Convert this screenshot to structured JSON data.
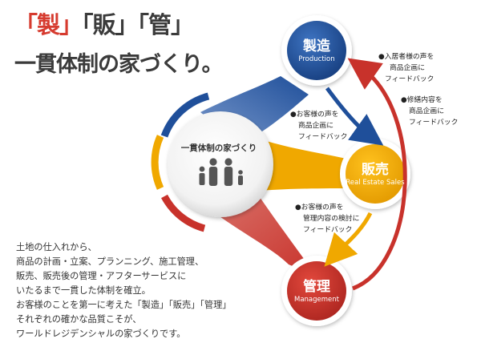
{
  "headline": {
    "title_parts": [
      "「製」",
      "「販」",
      "「管」"
    ],
    "subtitle": "一貫体制の家づくり。"
  },
  "center": {
    "label": "一貫体制の家づくり",
    "icon": "family-icon"
  },
  "nodes": {
    "production": {
      "title": "製造",
      "subtitle": "Production",
      "color": "#1f4f9a"
    },
    "sales": {
      "title": "販売",
      "subtitle": "Real Estate Sales",
      "color": "#f0a800"
    },
    "management": {
      "title": "管理",
      "subtitle": "Management",
      "color": "#c8322b"
    }
  },
  "notes": {
    "resident_feedback": [
      "●入居者様の声を",
      "商品企画に",
      "フィードバック"
    ],
    "repair_feedback": [
      "●修繕内容を",
      "商品企画に",
      "フィードバック"
    ],
    "customer_feedback_product": [
      "●お客様の声を",
      "商品企画に",
      "フィードバック"
    ],
    "customer_feedback_management": [
      "●お客様の声を",
      "管理内容の検討に",
      "フィードバック"
    ]
  },
  "body_lines": [
    "土地の仕入れから、",
    "商品の計画・立案、プランニング、施工管理、",
    "販売、販売後の管理・アフターサービスに",
    "いたるまで一貫した体制を確立。",
    "お客様のことを第一に考えた「製造」「販売」「管理」",
    "それぞれの確かな品質こそが、",
    "ワールドレジデンシャルの家づくりです。"
  ],
  "colors": {
    "blue": "#1f4f9a",
    "yellow": "#f0a800",
    "red": "#c8322b",
    "accent_red": "#d63b2f",
    "text": "#333333"
  }
}
